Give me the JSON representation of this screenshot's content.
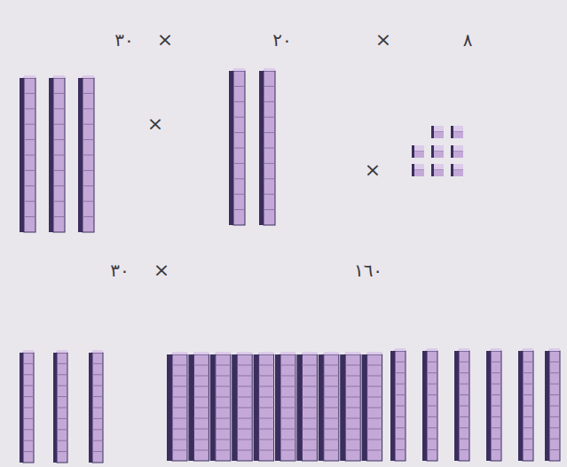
{
  "diagram": {
    "labels": [
      "٣٠",
      "×",
      "٢٠",
      "×",
      "٨",
      "×",
      "×",
      "٣٠",
      "×",
      "١٦٠"
    ]
  }
}
